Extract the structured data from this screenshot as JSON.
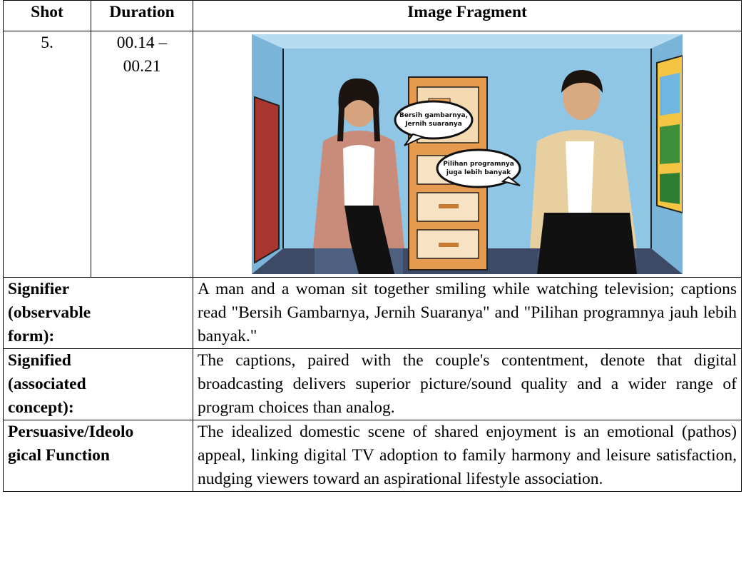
{
  "table": {
    "headers": [
      "Shot",
      "Duration",
      "Image Fragment"
    ],
    "shot": "5.",
    "duration_lines": [
      "00.14 –",
      "00.21"
    ],
    "image": {
      "bubble1_line1": "Bersih gambarnya,",
      "bubble1_line2": "Jernih suaranya",
      "bubble2_line1": "Pilihan programnya",
      "bubble2_line2": "juga lebih banyak"
    },
    "rows": [
      {
        "label_lines": [
          "Signifier",
          "(observable",
          "form):"
        ],
        "text": "A man and a woman sit together smiling while watching television; captions read \"Bersih Gambarnya, Jernih Suaranya\" and \"Pilihan programnya jauh lebih banyak.\""
      },
      {
        "label_lines": [
          "Signified",
          "(associated",
          "concept):"
        ],
        "text": "The captions, paired with the couple's contentment, denote that digital broadcasting delivers superior picture/sound quality and a wider range of program choices than analog."
      },
      {
        "label_lines": [
          "Persuasive/Ideolo",
          "gical Function"
        ],
        "text": "The idealized domestic scene of shared enjoyment is an emotional (pathos) appeal, linking digital TV adoption to family harmony and leisure satisfaction, nudging viewers toward an aspirational lifestyle association."
      }
    ]
  },
  "colors": {
    "wall": "#8fc6e6",
    "floor": "#2f3b55",
    "cabinet": "#e59a4e"
  }
}
